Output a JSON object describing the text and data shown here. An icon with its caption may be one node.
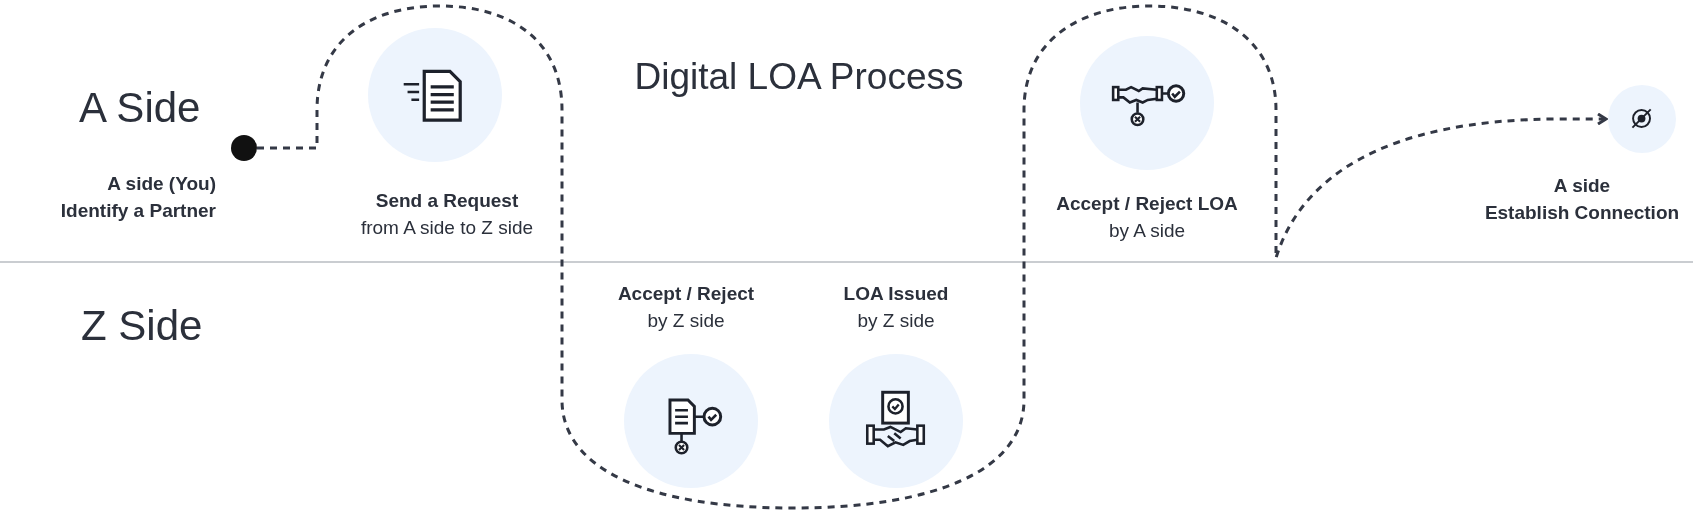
{
  "diagram": {
    "title": "Digital LOA Process",
    "nodes": [
      {
        "text": [
          "A side (You) Identify a Partner"
        ]
      },
      {
        "text": [
          "Send a Request",
          "from A side to Z side"
        ]
      },
      {
        "text": [
          "Accept / Reject",
          "by Z side"
        ]
      },
      {
        "text": [
          "LOA Issued",
          "by Z side"
        ]
      },
      {
        "text": [
          "Accept / Reject LOA",
          "by A side"
        ]
      },
      {
        "text": [
          "A side",
          "Establish Connection"
        ]
      }
    ],
    "edges": [
      {
        "from": 0,
        "to": 5,
        "arrow": "to",
        "style": "dashed"
      }
    ],
    "labels": [
      "A Side",
      "Z Side"
    ]
  }
}
